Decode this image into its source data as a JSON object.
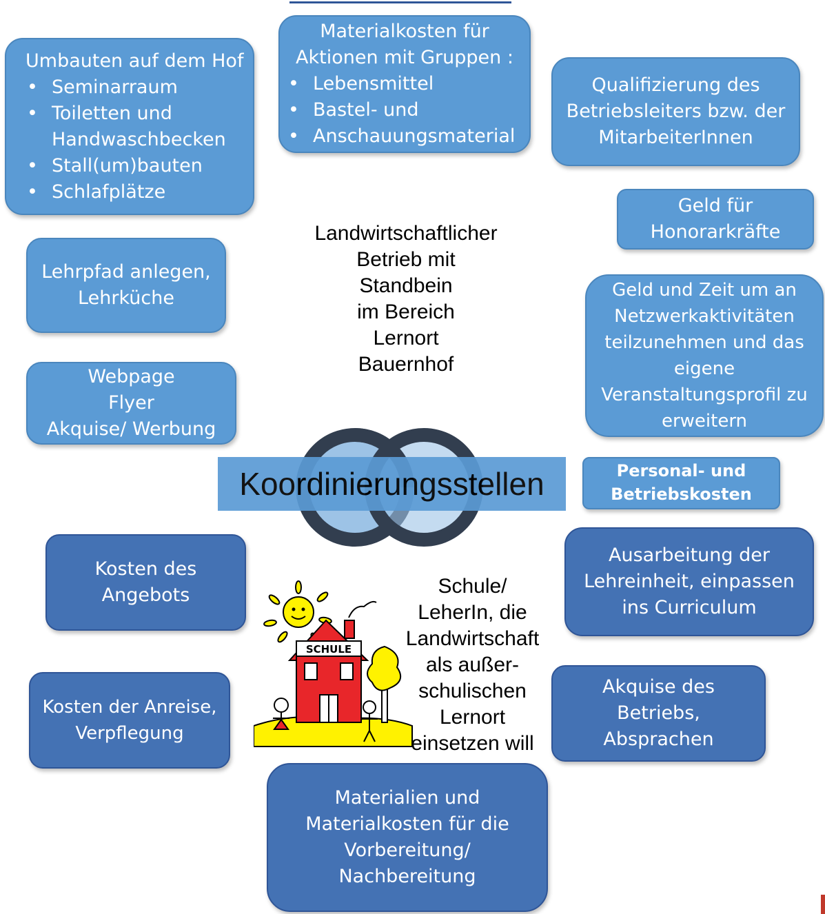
{
  "hof_box": {
    "title": "Umbauten auf dem Hof",
    "items": [
      "Seminarraum",
      "Toiletten und Handwaschbecken",
      "Stall(um)bauten",
      "Schlafplätze"
    ]
  },
  "material_groups_box": {
    "title_line1": "Materialkosten für",
    "title_line2": "Aktionen mit Gruppen :",
    "items": [
      "Lebensmittel",
      "Bastel- und",
      "Anschauungsmaterial"
    ]
  },
  "qualifizierung_box": {
    "lines": [
      "Qualifizierung des",
      "Betriebsleiters bzw. der",
      "MitarbeiterInnen"
    ]
  },
  "honorar_box": {
    "lines": [
      "Geld für",
      "Honorarkräfte"
    ]
  },
  "lehrpfad_box": {
    "lines": [
      "Lehrpfad anlegen,",
      "Lehrküche"
    ]
  },
  "webpage_box": {
    "lines": [
      "Webpage",
      "Flyer",
      "Akquise/ Werbung"
    ]
  },
  "netzwerk_box": {
    "lines": [
      "Geld und Zeit um an",
      "Netzwerkaktivitäten",
      "teilzunehmen und das",
      "eigene",
      "Veranstaltungsprofil zu",
      "erweitern"
    ]
  },
  "farm_center_text": {
    "lines": [
      "Landwirtschaftlicher",
      "Betrieb mit",
      "Standbein",
      "im Bereich",
      "Lernort",
      "Bauernhof"
    ]
  },
  "koordinierung": {
    "label": "Koordinierungsstellen"
  },
  "personal_box": {
    "lines": [
      "Personal- und",
      "Betriebskosten"
    ]
  },
  "kosten_angebot_box": {
    "lines": [
      "Kosten des",
      "Angebots"
    ]
  },
  "ausarbeitung_box": {
    "lines": [
      "Ausarbeitung der",
      "Lehreinheit, einpassen",
      "ins Curriculum"
    ]
  },
  "school_text": {
    "lines": [
      "Schule/",
      "LeherIn, die",
      "Landwirtschaft",
      "als außer-",
      "schulischen",
      "Lernort",
      "einsetzen will"
    ]
  },
  "school_illustration": {
    "sign": "SCHULE"
  },
  "anreise_box": {
    "lines": [
      "Kosten der Anreise,",
      "Verpflegung"
    ]
  },
  "akquise_betrieb_box": {
    "lines": [
      "Akquise des",
      "Betriebs,",
      "Absprachen"
    ]
  },
  "materialien_box": {
    "lines": [
      "Materialien und",
      "Materialkosten für die",
      "Vorbereitung/",
      "Nachbereitung"
    ]
  },
  "colors": {
    "light_box": "#5b9bd5",
    "dark_box": "#4472b4",
    "ring": "#323e4f",
    "ring_fill": "#9dc3e6"
  }
}
